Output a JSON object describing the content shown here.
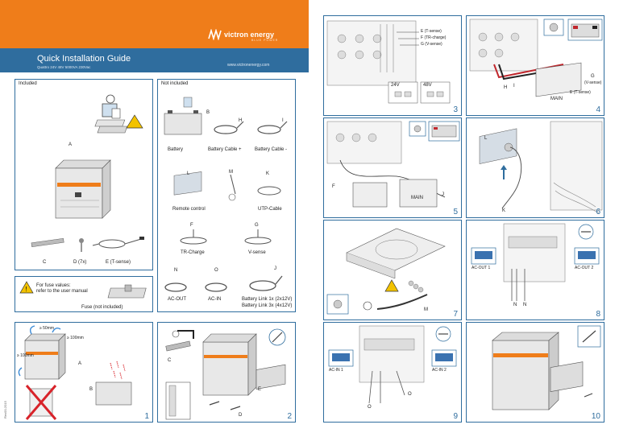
{
  "header": {
    "brand": "victron energy",
    "brand_tagline": "BLUE POWER",
    "title": "Quick Installation Guide",
    "subtitle": "Quattro 24V 48V 5000VA 230Vac",
    "url": "www.victronenergy.com"
  },
  "doc_code": "Rev00-2015",
  "included": {
    "heading": "Included",
    "labels": {
      "A": "A",
      "C": "C",
      "D": "D (7x)",
      "E": "E (T-sense)"
    }
  },
  "not_included": {
    "heading": "Not included",
    "items": {
      "battery": "Battery",
      "cable_plus": "Battery Cable +",
      "cable_minus": "Battery Cable -",
      "remote": "Remote control",
      "utp": "UTP-Cable",
      "tr_charge": "TR-Charge",
      "vsense": "V-sense",
      "ac_out": "AC-OUT",
      "ac_in": "AC-IN",
      "link1": "Battery Link 1x (2x12V)",
      "link2": "Battery Link 3x (4x12V)"
    },
    "letters": {
      "B": "B",
      "H": "H",
      "I": "I",
      "L": "L",
      "M": "M",
      "K": "K",
      "F": "F",
      "G": "G",
      "N": "N",
      "O": "O",
      "J": "J"
    }
  },
  "fuse": {
    "note_line1": "For fuse values:",
    "note_line2": "refer to the user manual",
    "label": "Fuse (not included)"
  },
  "step1": {
    "num": "1",
    "dim_top": "≥ 50mm",
    "dim_right": "≥ 100mm",
    "dim_left": "≥ 100mm",
    "A": "A",
    "B": "B"
  },
  "step2": {
    "num": "2",
    "C": "C",
    "D": "D",
    "E": "E"
  },
  "step3": {
    "num": "3",
    "e_sense": "E (T-sense)",
    "f_tr": "F (TR-charge)",
    "g_vsense": "G (V-sense)",
    "v24": "24V",
    "v48": "48V"
  },
  "step4": {
    "num": "4",
    "H": "H",
    "I": "I",
    "G": "G",
    "gv": "(V-sense)",
    "e_t": "E (T-sense)",
    "main": "MAIN"
  },
  "step5": {
    "num": "5",
    "F": "F",
    "J": "J",
    "main": "MAIN"
  },
  "step6": {
    "num": "6",
    "L": "L",
    "K": "K"
  },
  "step7": {
    "num": "7",
    "M": "M"
  },
  "step8": {
    "num": "8",
    "N1": "N",
    "N2": "N",
    "ac_out1": "AC-OUT 1",
    "ac_out2": "AC-OUT 2"
  },
  "step9": {
    "num": "9",
    "O1": "O",
    "O2": "O",
    "ac_in1": "AC-IN 1",
    "ac_in2": "AC-IN 2"
  },
  "step10": {
    "num": "10"
  },
  "colors": {
    "accent": "#2f6d9e",
    "orange": "#ef7d1a",
    "warning": "#f2c200",
    "cable_red": "#c0272d"
  }
}
